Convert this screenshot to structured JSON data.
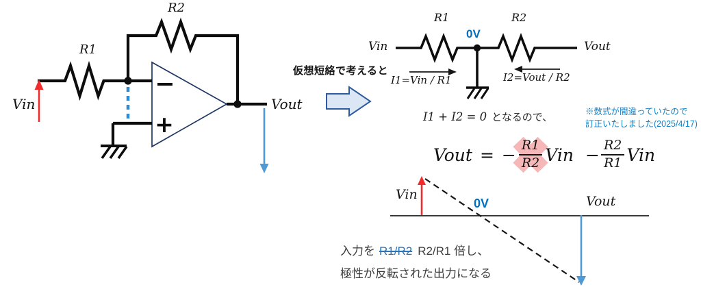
{
  "colors": {
    "wire_black": "#0d0d0d",
    "opamp_outline": "#1f3864",
    "virtual_short_blue": "#2e8ad2",
    "signal_red": "#f22c2c",
    "signal_blue": "#4f9ad4",
    "zero_volt_blue": "#0070c0",
    "note_blue": "#1180c8",
    "strike_blue": "#2e75b6",
    "highlight_pink": "#f3a6a6",
    "block_arrow_fill": "#dce7f5",
    "block_arrow_stroke": "#2e5aa0"
  },
  "left_circuit": {
    "vin_label": "Vin",
    "r1_label": "R1",
    "r2_label": "R2",
    "vout_label": "Vout",
    "minus_symbol": "−",
    "plus_symbol": "+"
  },
  "transition": {
    "label": "仮想短絡で考えると"
  },
  "virtual_circuit": {
    "vin_label": "Vin",
    "r1_label": "R1",
    "r2_label": "R2",
    "zero_label": "0V",
    "vout_label": "Vout",
    "i1_formula": "I1=Vin / R1",
    "i2_formula": "I2=Vout / R2"
  },
  "derivation": {
    "condition_math": "I1 + I2 = 0",
    "condition_text": "となるので、",
    "note_line1": "※数式が間違っていたので",
    "note_line2": "訂正いたしました(2025/4/17)"
  },
  "formula": {
    "lhs": "Vout",
    "equals": "=",
    "minus1": "−",
    "frac1_num": "R1",
    "frac1_den": "R2",
    "vin1": "Vin",
    "minus2": "−",
    "frac2_num": "R2",
    "frac2_den": "R1",
    "vin2": "Vin"
  },
  "waveform": {
    "vin_label": "Vin",
    "zero_label": "0V",
    "vout_label": "Vout"
  },
  "caption": {
    "line1_pre": "入力を",
    "line1_strike": "R1/R2",
    "line1_post": "R2/R1 倍し、",
    "line2": "極性が反転された出力になる"
  }
}
